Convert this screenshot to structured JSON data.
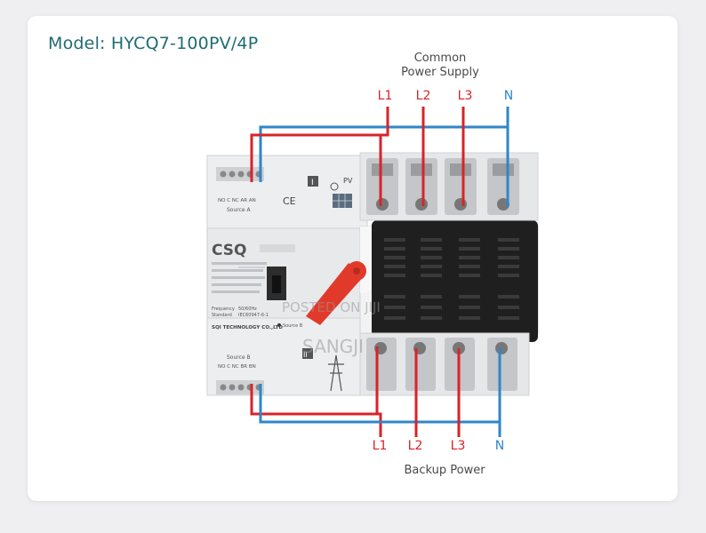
{
  "model": "Model: HYCQ7-100PV/4P",
  "top_caption": {
    "line1": "Common",
    "line2": "Power Supply"
  },
  "bottom_caption": "Backup Power",
  "top_phases": [
    "L1",
    "L2",
    "L3",
    "N"
  ],
  "bottom_phases": [
    "L1",
    "L2",
    "L3",
    "N"
  ],
  "colors": {
    "phase": "#d8232a",
    "neutral": "#2f86c9",
    "title": "#1f6b74"
  },
  "device": {
    "brand": "CSQ",
    "source_a": "Source A",
    "source_b": "Source B",
    "source_a_terms": "NO C NC AR AN",
    "source_b_terms": "NO C NC BR BN",
    "ce_mark": "CE",
    "pv_label": "PV",
    "indicator_a": "I",
    "indicator_b": "II",
    "frequency_label": "Frequency",
    "frequency_value": "50/60Hz",
    "standard_label": "Standard",
    "standard_value": "IEC60947-6-1",
    "source_b_indicator": "Source B",
    "manufacturer": "SQI TECHNOLOGY CO.,LTD"
  },
  "watermark": {
    "line1": "POSTED ON JIJI",
    "line2": "SANGJI"
  }
}
